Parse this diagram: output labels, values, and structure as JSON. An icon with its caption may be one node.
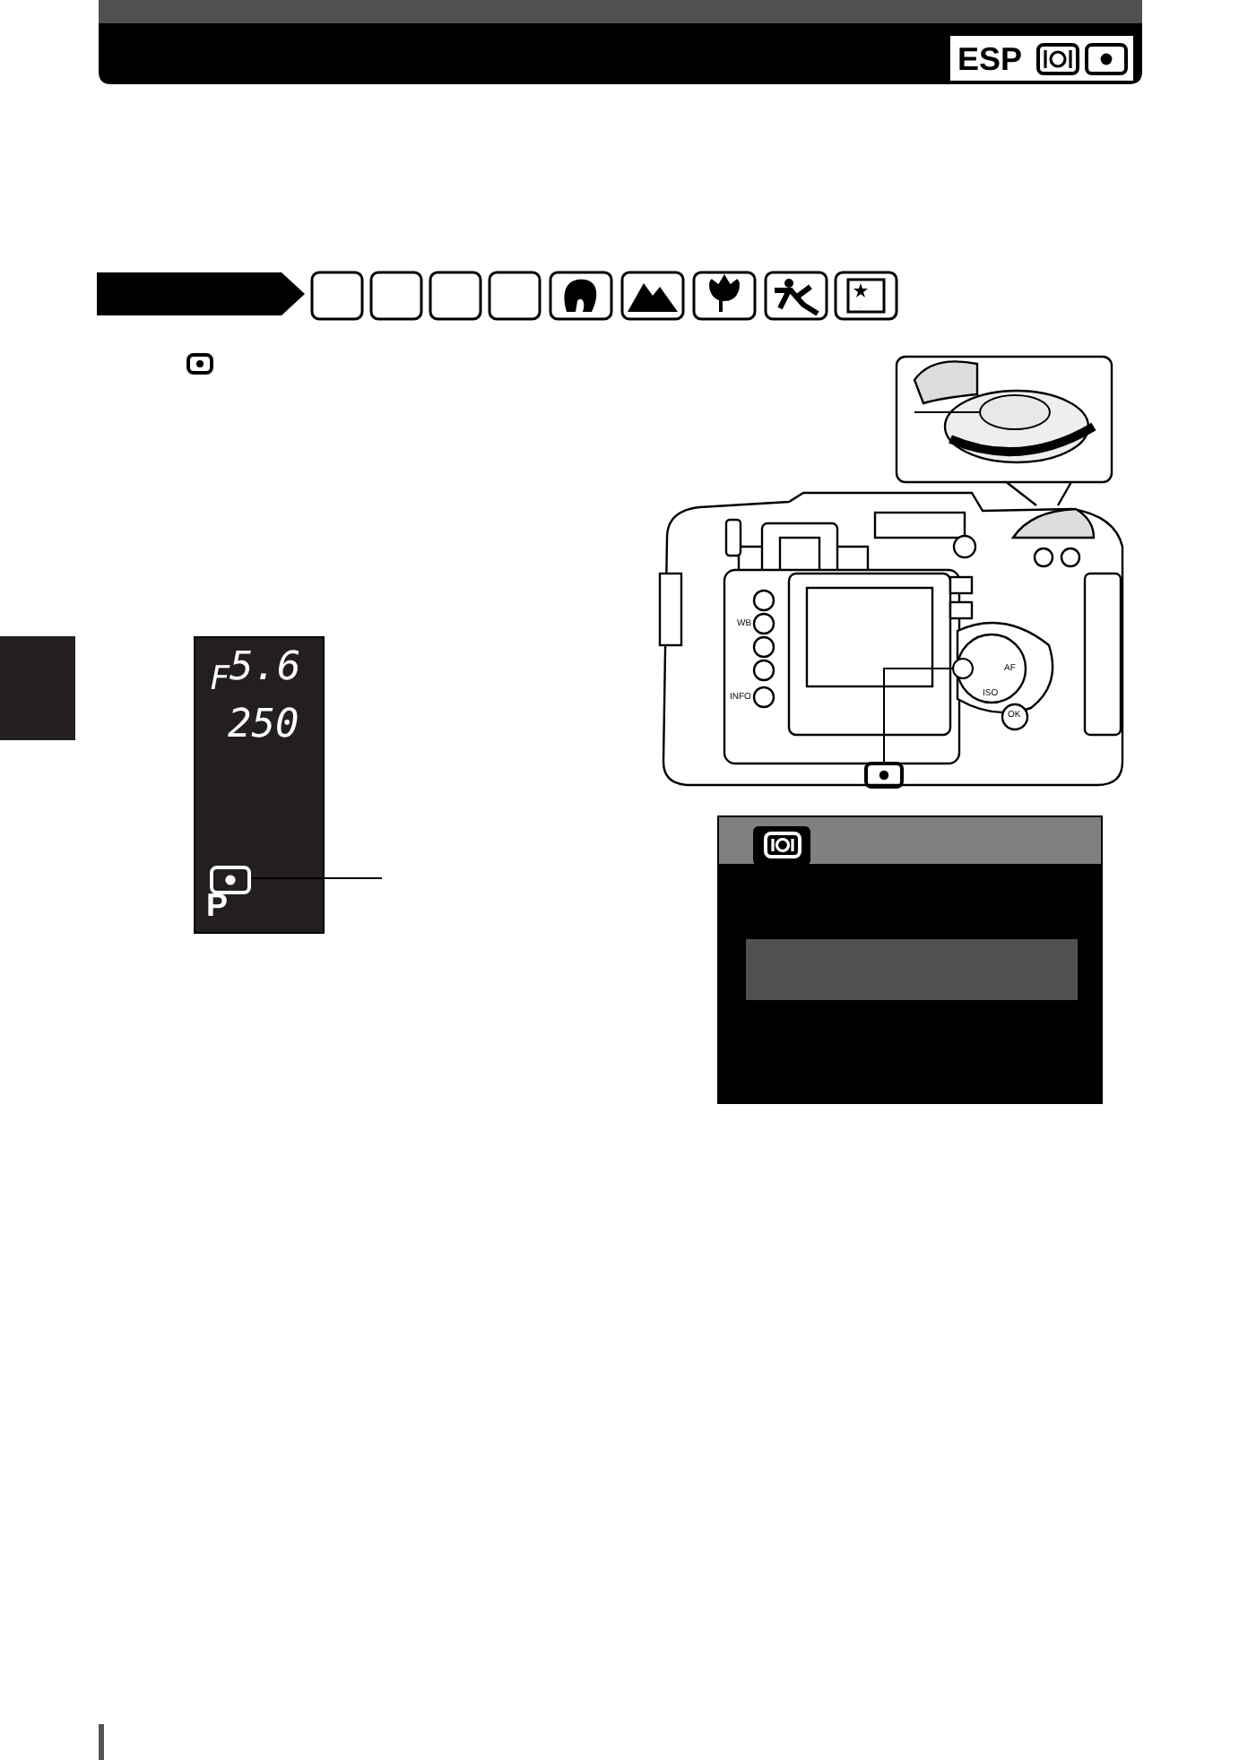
{
  "diagram": {
    "nodes": [
      {
        "text": [
          "$_{F}$5.6",
          "250",
          "P"
        ]
      },
      {
        "text": [],
        "shape": "box",
        "in": 0
      },
      {
        "text": [],
        "shape": "circle"
      },
      {
        "text": [],
        "shape": "circle"
      },
      {
        "text": [],
        "shape": "box"
      },
      {
        "text": [],
        "shape": "box"
      }
    ],
    "edges": [
      {
        "from": null,
        "to": 1,
        "arrow": "none"
      },
      {
        "from": null,
        "to": 2,
        "arrow": "none"
      },
      {
        "from": 4,
        "to": 3,
        "arrow": "none"
      }
    ],
    "labels": [
      "ESP",
      "WB",
      "INFO",
      "AF",
      "ISO",
      "OK"
    ]
  }
}
